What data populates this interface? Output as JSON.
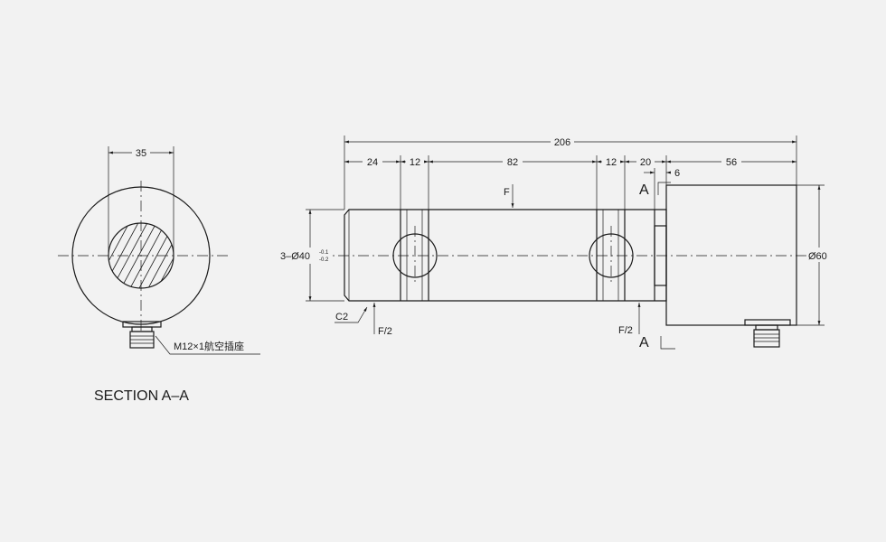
{
  "section_view": {
    "width_dim": "35",
    "connector_label": "M12×1航空插座",
    "caption": "SECTION A–A"
  },
  "side_view": {
    "overall_length": "206",
    "segments": [
      "24",
      "12",
      "82",
      "12",
      "20",
      "56"
    ],
    "offset_dim": "6",
    "pin_diameter": "3–Ø40",
    "tolerance_upper": "-0.1",
    "tolerance_lower": "-0.2",
    "body_diameter": "Ø60",
    "chamfer": "C2",
    "force_center": "F",
    "force_left": "F/2",
    "force_right": "F/2",
    "section_marker_top": "A",
    "section_marker_bottom": "A"
  },
  "colors": {
    "line": "#1a1a1a",
    "background": "#f2f2f2"
  }
}
